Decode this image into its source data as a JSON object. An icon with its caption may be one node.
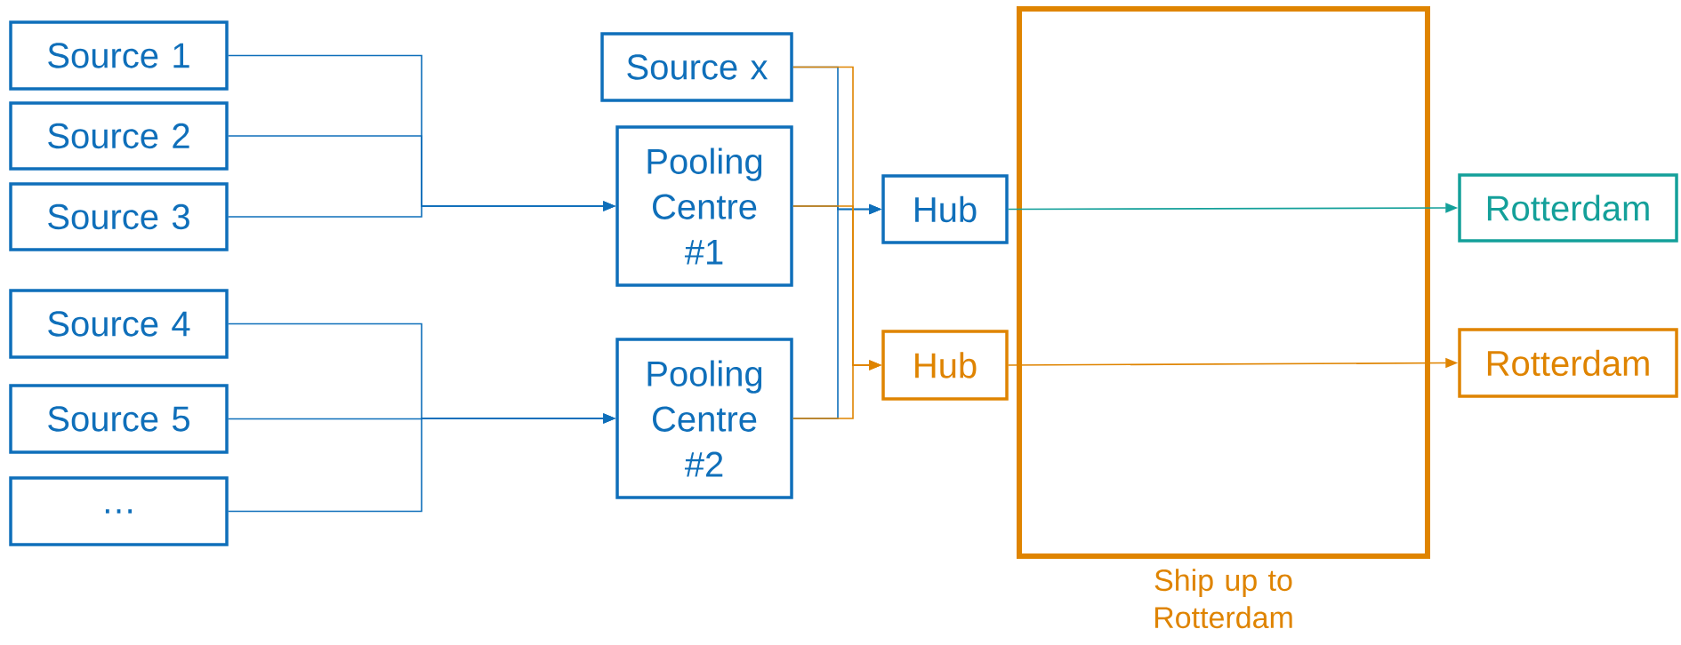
{
  "diagram": {
    "nodes": [
      {
        "text": [
          "Source 1"
        ]
      },
      {
        "text": [
          "Source 2"
        ]
      },
      {
        "text": [
          "Source 3"
        ]
      },
      {
        "text": [
          "Source 4"
        ]
      },
      {
        "text": [
          "Source 5"
        ]
      },
      {
        "text": [
          "…"
        ]
      },
      {
        "text": [
          "Source x"
        ]
      },
      {
        "text": [
          "Pooling Centre #1"
        ]
      },
      {
        "text": [
          "Pooling Centre #2"
        ]
      },
      {
        "text": [
          "Hub"
        ]
      },
      {
        "text": [
          "Hub"
        ]
      },
      {
        "text": [
          "Rotterdam"
        ]
      },
      {
        "text": [
          "Rotterdam"
        ]
      }
    ],
    "edges": [
      {
        "from": 0,
        "to": 7,
        "arrow": "to"
      },
      {
        "from": 1,
        "to": 7,
        "arrow": "to"
      },
      {
        "from": 2,
        "to": 7,
        "arrow": "to"
      },
      {
        "from": 3,
        "to": 8,
        "arrow": "to"
      },
      {
        "from": 4,
        "to": 8,
        "arrow": "to"
      },
      {
        "from": 5,
        "to": 8,
        "arrow": "to"
      },
      {
        "from": 6,
        "to": 9,
        "arrow": "to"
      },
      {
        "from": 7,
        "to": 9,
        "arrow": "to"
      },
      {
        "from": 8,
        "to": 9,
        "arrow": "to"
      },
      {
        "from": 6,
        "to": 10,
        "arrow": "to",
        "color": "#df8400"
      },
      {
        "from": 7,
        "to": 10,
        "arrow": "to",
        "color": "#df8400"
      },
      {
        "from": 8,
        "to": 10,
        "arrow": "to",
        "color": "#df8400"
      },
      {
        "from": 9,
        "to": 11,
        "arrow": "to",
        "color": "#14a09a"
      },
      {
        "from": 10,
        "to": 12,
        "arrow": "to",
        "color": "#df8400"
      }
    ],
    "labels": [
      "Ship up to Rotterdam"
    ]
  }
}
